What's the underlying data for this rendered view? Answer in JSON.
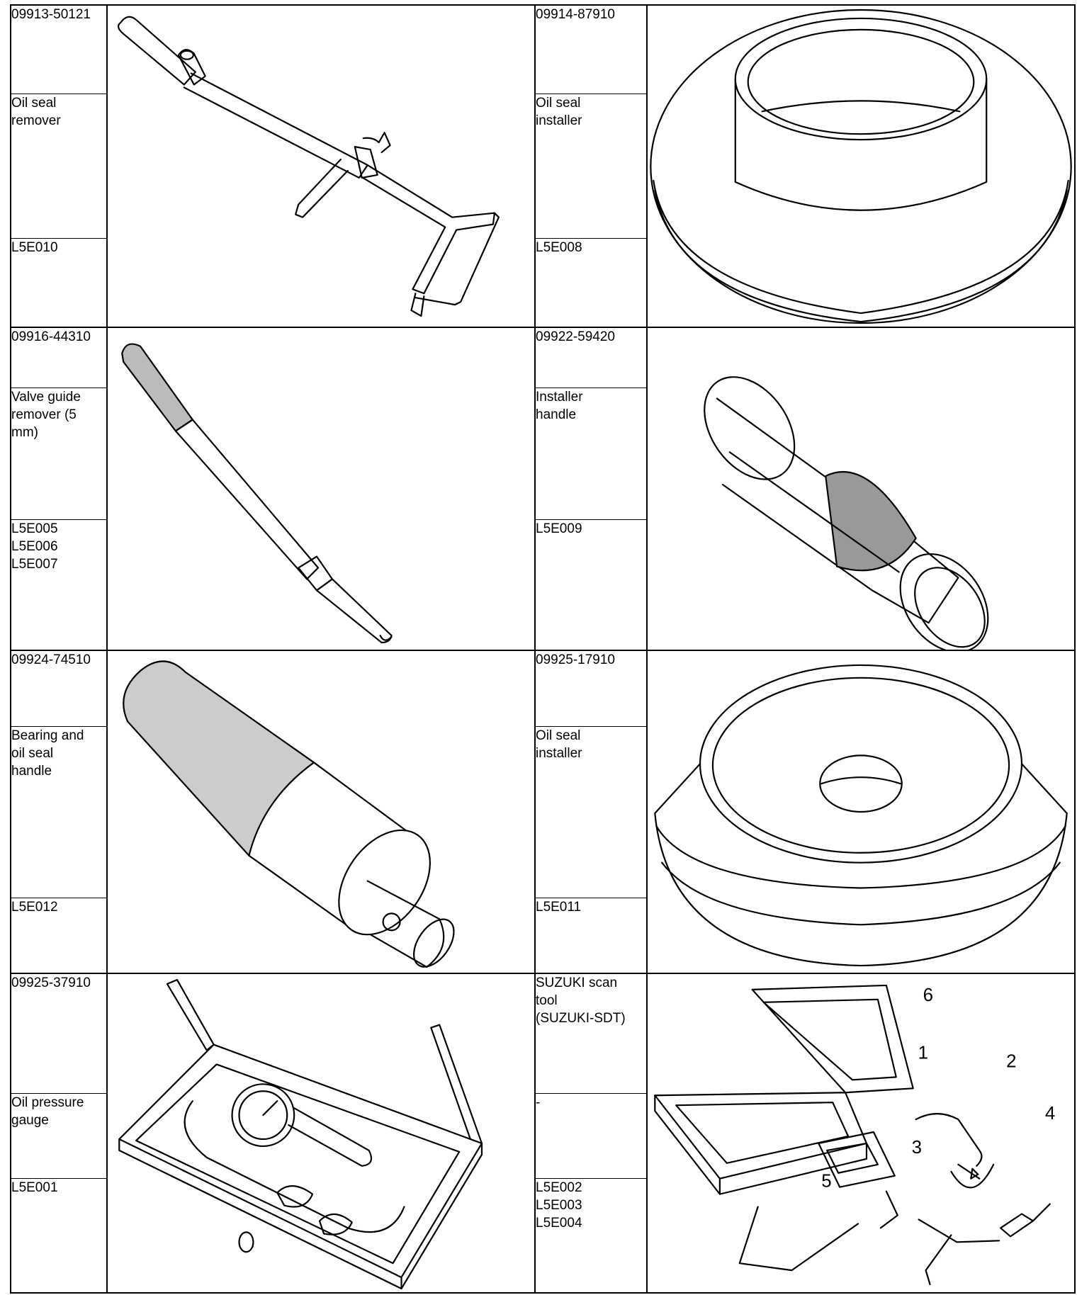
{
  "rows": [
    {
      "left": {
        "part_number": "09913-50121",
        "name": [
          "Oil seal",
          "remover"
        ],
        "refs": [
          "L5E010"
        ],
        "icon": "oil-seal-remover-drawing"
      },
      "right": {
        "part_number": "09914-87910",
        "name": [
          "Oil seal",
          "installer"
        ],
        "refs": [
          "L5E008"
        ],
        "icon": "oil-seal-installer-drawing"
      }
    },
    {
      "left": {
        "part_number": "09916-44310",
        "name": [
          "Valve guide",
          "remover (5",
          "mm)"
        ],
        "refs": [
          "L5E005",
          "L5E006",
          "L5E007"
        ],
        "icon": "valve-guide-remover-drawing"
      },
      "right": {
        "part_number": "09922-59420",
        "name": [
          "Installer",
          "handle"
        ],
        "refs": [
          "L5E009"
        ],
        "icon": "installer-handle-drawing"
      }
    },
    {
      "left": {
        "part_number": "09924-74510",
        "name": [
          "Bearing and",
          "oil seal",
          "handle"
        ],
        "refs": [
          "L5E012"
        ],
        "icon": "bearing-handle-drawing"
      },
      "right": {
        "part_number": "09925-17910",
        "name": [
          "Oil seal",
          "installer"
        ],
        "refs": [
          "L5E011"
        ],
        "icon": "oil-seal-installer-drawing"
      }
    },
    {
      "left": {
        "part_number": "09925-37910",
        "name": [
          "Oil pressure",
          "gauge"
        ],
        "refs": [
          "L5E001"
        ],
        "icon": "oil-pressure-gauge-drawing"
      },
      "right": {
        "part_number": "SUZUKI scan tool (SUZUKI-SDT)",
        "part_number_lines": [
          "SUZUKI scan",
          "tool",
          "(SUZUKI-SDT)"
        ],
        "name": [
          "-"
        ],
        "refs": [
          "L5E002",
          "L5E003",
          "L5E004"
        ],
        "icon": "scan-tool-kit-drawing",
        "callouts": [
          "1",
          "2",
          "3",
          "4",
          "5",
          "6"
        ]
      }
    }
  ]
}
